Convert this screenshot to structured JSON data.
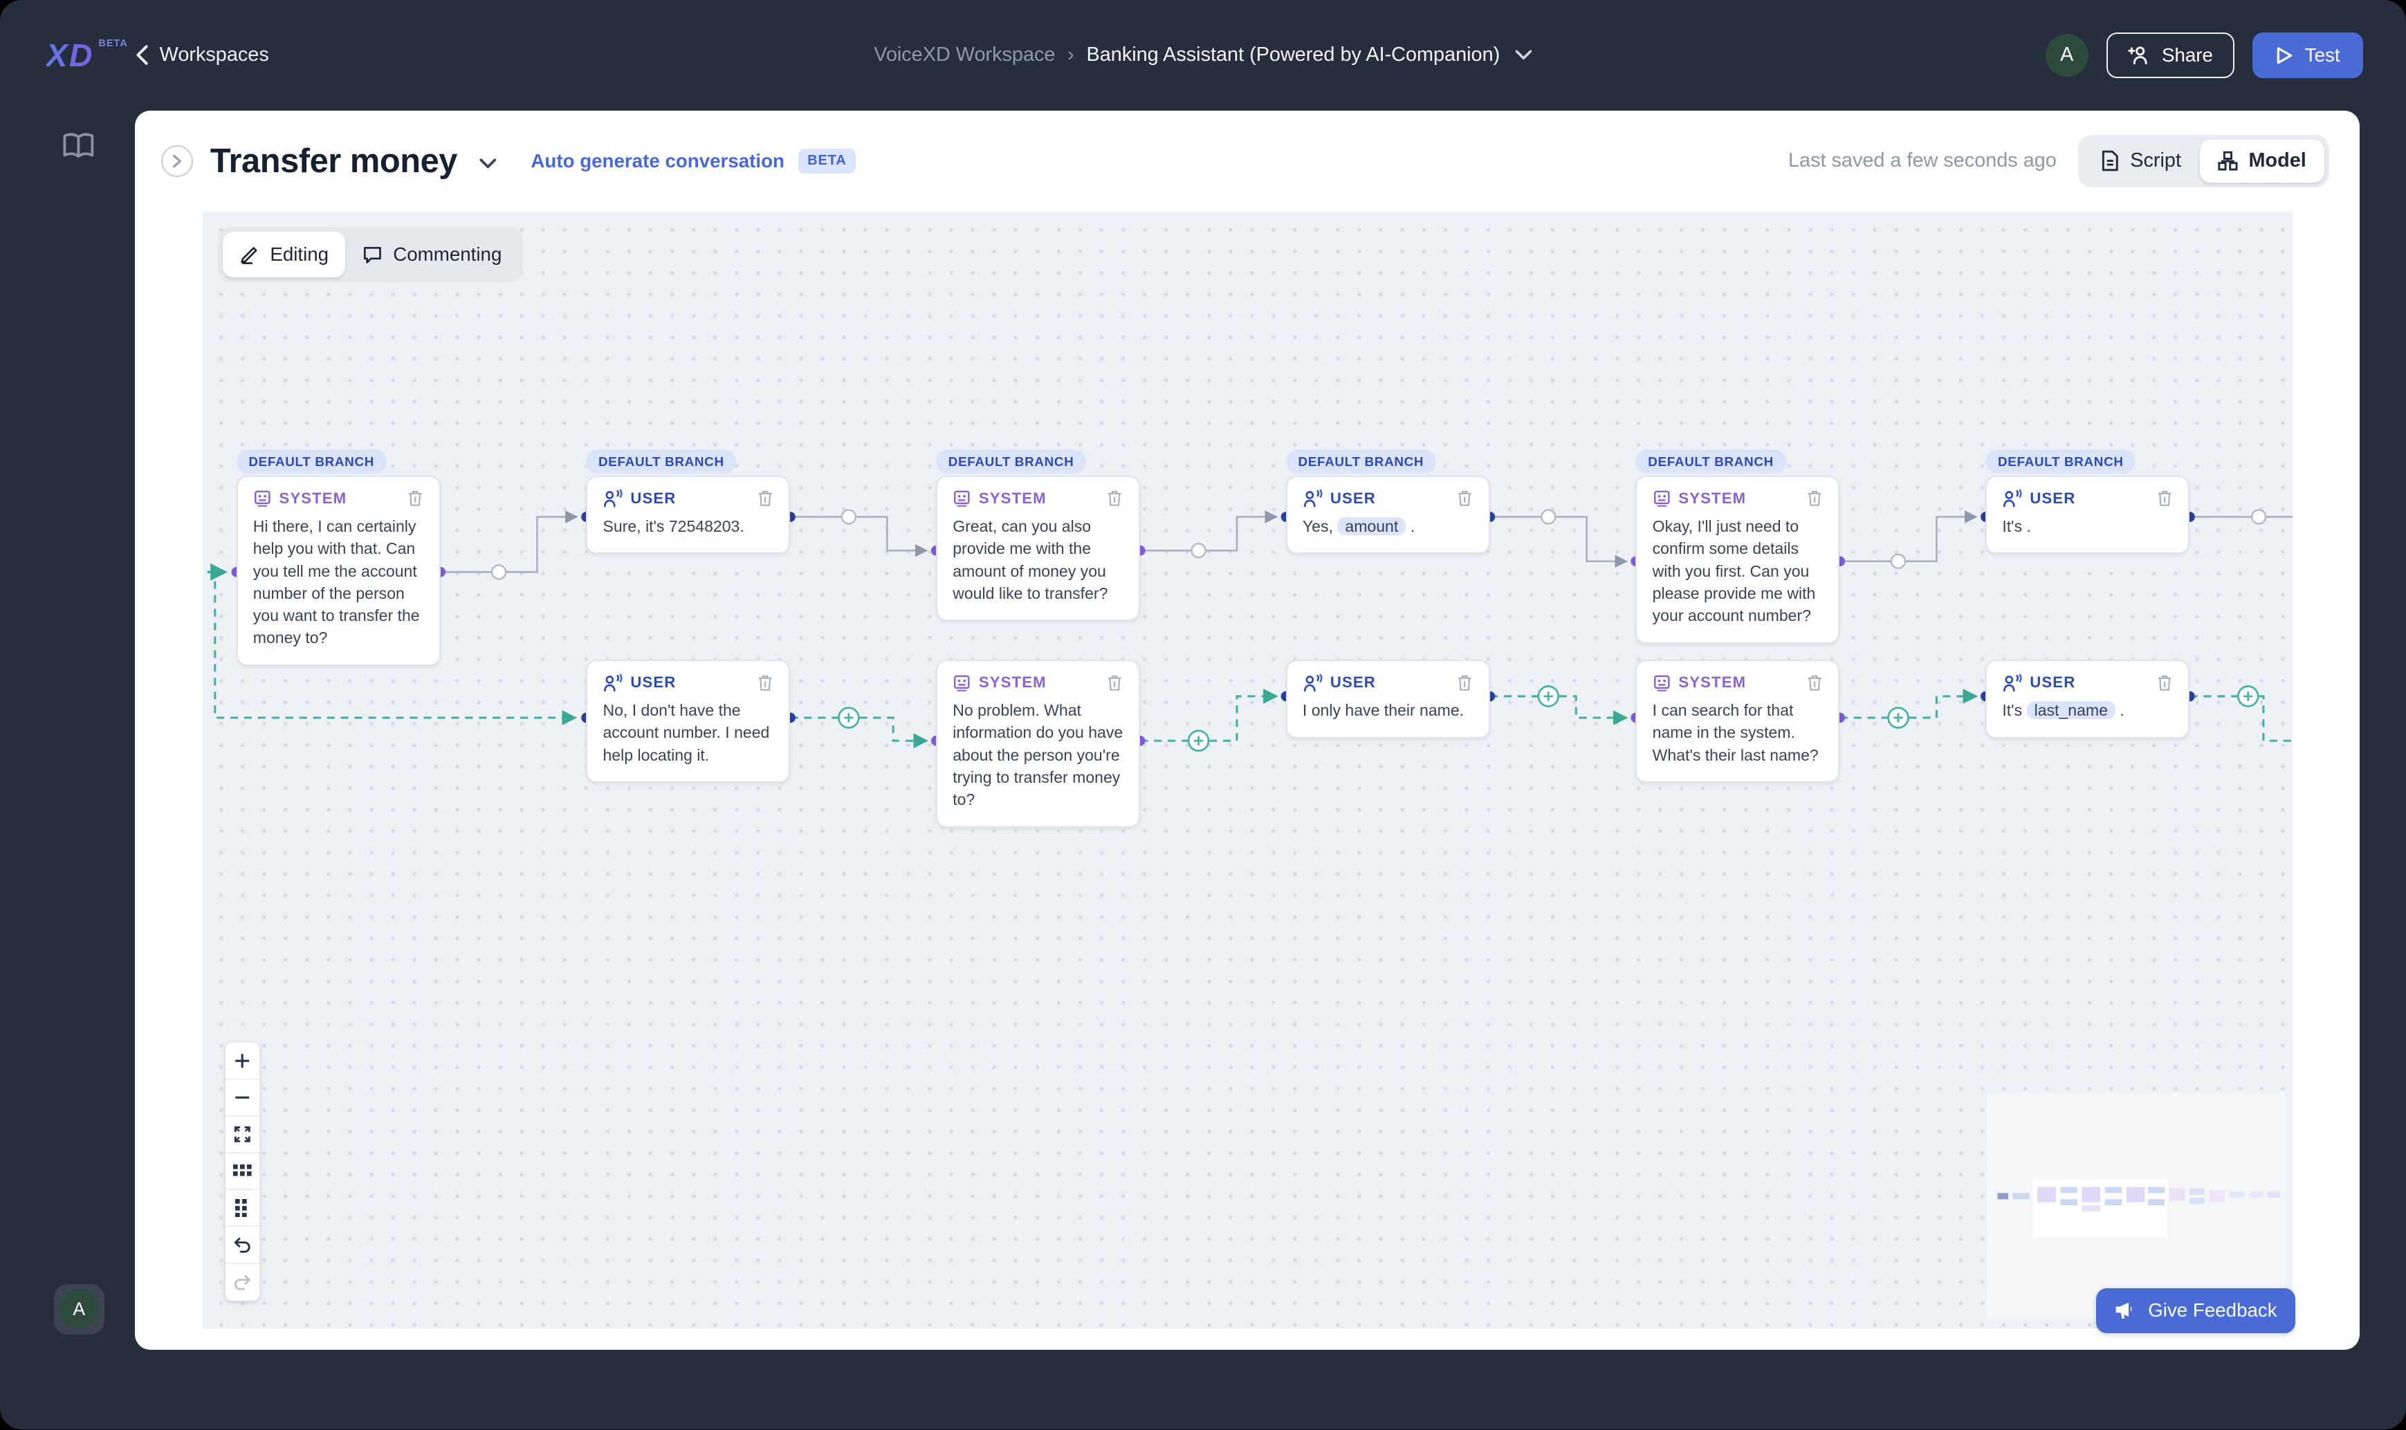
{
  "topbar": {
    "logo": "XD",
    "logo_beta": "BETA",
    "back_label": "Workspaces",
    "breadcrumb_workspace": "VoiceXD Workspace",
    "breadcrumb_separator": "›",
    "breadcrumb_project": "Banking Assistant (Powered by AI-Companion)",
    "avatar_initial": "A",
    "share_label": "Share",
    "test_label": "Test"
  },
  "header": {
    "title": "Transfer money",
    "auto_generate_label": "Auto generate conversation",
    "beta_badge": "BETA",
    "last_saved": "Last saved a few seconds ago",
    "script_label": "Script",
    "model_label": "Model"
  },
  "modes": {
    "editing": "Editing",
    "commenting": "Commenting"
  },
  "sidebar": {
    "avatar_initial": "A"
  },
  "flow": {
    "branch_label": "DEFAULT BRANCH",
    "nodes": [
      {
        "id": "n1",
        "type": "SYSTEM",
        "branch": true,
        "segments": [
          {
            "t": "Hi there, I can certainly help you with that. Can you tell me the account number of the person you want to transfer the money to?"
          }
        ]
      },
      {
        "id": "n2",
        "type": "USER",
        "branch": true,
        "segments": [
          {
            "t": "Sure, it's 72548203."
          }
        ]
      },
      {
        "id": "n3",
        "type": "SYSTEM",
        "branch": true,
        "segments": [
          {
            "t": "Great, can you also provide me with the amount of money you would like to transfer?"
          }
        ]
      },
      {
        "id": "n4",
        "type": "USER",
        "branch": true,
        "segments": [
          {
            "t": "Yes, "
          },
          {
            "chip": "amount"
          },
          {
            "t": " ."
          }
        ]
      },
      {
        "id": "n5",
        "type": "SYSTEM",
        "branch": true,
        "segments": [
          {
            "t": "Okay, I'll just need to confirm some details with you first. Can you please provide me with your account number?"
          }
        ]
      },
      {
        "id": "n6",
        "type": "USER",
        "branch": true,
        "segments": [
          {
            "t": "It's ."
          }
        ]
      },
      {
        "id": "n2b",
        "type": "USER",
        "branch": false,
        "segments": [
          {
            "t": "No, I don't have the account number. I need help locating it."
          }
        ]
      },
      {
        "id": "n3b",
        "type": "SYSTEM",
        "branch": false,
        "segments": [
          {
            "t": "No problem. What information do you have about the person you're trying to transfer money to?"
          }
        ]
      },
      {
        "id": "n4b",
        "type": "USER",
        "branch": false,
        "segments": [
          {
            "t": "I only have their name."
          }
        ]
      },
      {
        "id": "n5b",
        "type": "SYSTEM",
        "branch": false,
        "segments": [
          {
            "t": "I can search for that name in the system. What's their last name?"
          }
        ]
      },
      {
        "id": "n6b",
        "type": "USER",
        "branch": false,
        "segments": [
          {
            "t": "It's "
          },
          {
            "chip": "last_name"
          },
          {
            "t": " ."
          }
        ]
      }
    ]
  },
  "feedback": {
    "label": "Give Feedback"
  },
  "icons": {
    "back": "chevron-left",
    "share": "person-plus",
    "test": "play",
    "collapse": "chevron-right-circle",
    "title_menu": "chevron-down",
    "script": "document",
    "model": "flowchart",
    "editing": "pencil",
    "commenting": "speech-bubble",
    "system": "bot-face",
    "user": "person-sound",
    "delete": "trash",
    "library": "open-book",
    "feedback": "megaphone",
    "zoom_in": "plus",
    "zoom_out": "minus",
    "fit_view": "expand",
    "layout_horizontal": "grid-horizontal",
    "layout_vertical": "grid-vertical",
    "undo": "arrow-undo",
    "redo": "arrow-redo"
  },
  "colors": {
    "topbar_bg": "#262d3c",
    "accent_blue": "#4a6bd6",
    "system_purple": "#8a63d2",
    "user_blue": "#2c4bb0",
    "edge_teal": "#43b0a0",
    "edge_gray": "#a9b1bf",
    "branch_badge_bg": "#dbe3f8",
    "branch_badge_text": "#2b4ab2",
    "avatar_green": "#2d4b3c",
    "canvas_bg": "#edf0f4"
  }
}
